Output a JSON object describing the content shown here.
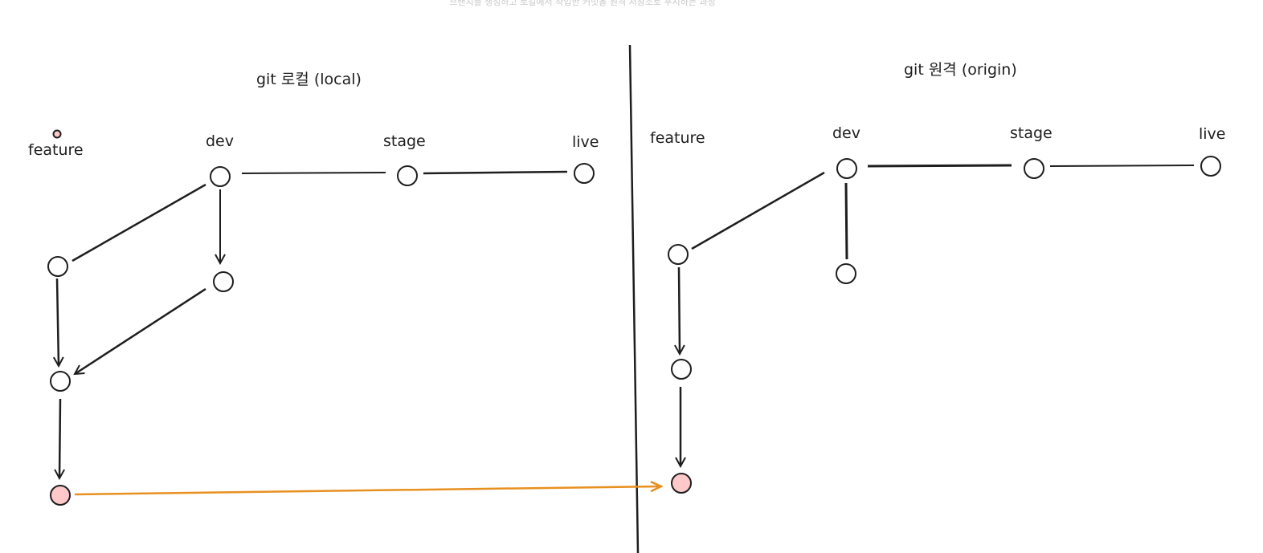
{
  "caption": "브랜치를 생성하고 로컬에서 작업한 커밋을 원격 저장소로 푸시하는 과정",
  "local_title": "git 로컬 (local)",
  "origin_title": "git 원격 (origin)",
  "local_branches": [
    "feature",
    "dev",
    "stage",
    "live"
  ],
  "origin_branches": [
    "feature",
    "dev",
    "stage",
    "live"
  ],
  "colors": {
    "stroke": "#1e1e1e",
    "highlight_fill": "#ffc9c9",
    "push_arrow": "#e8901f",
    "caption": "#c8c8c8"
  }
}
